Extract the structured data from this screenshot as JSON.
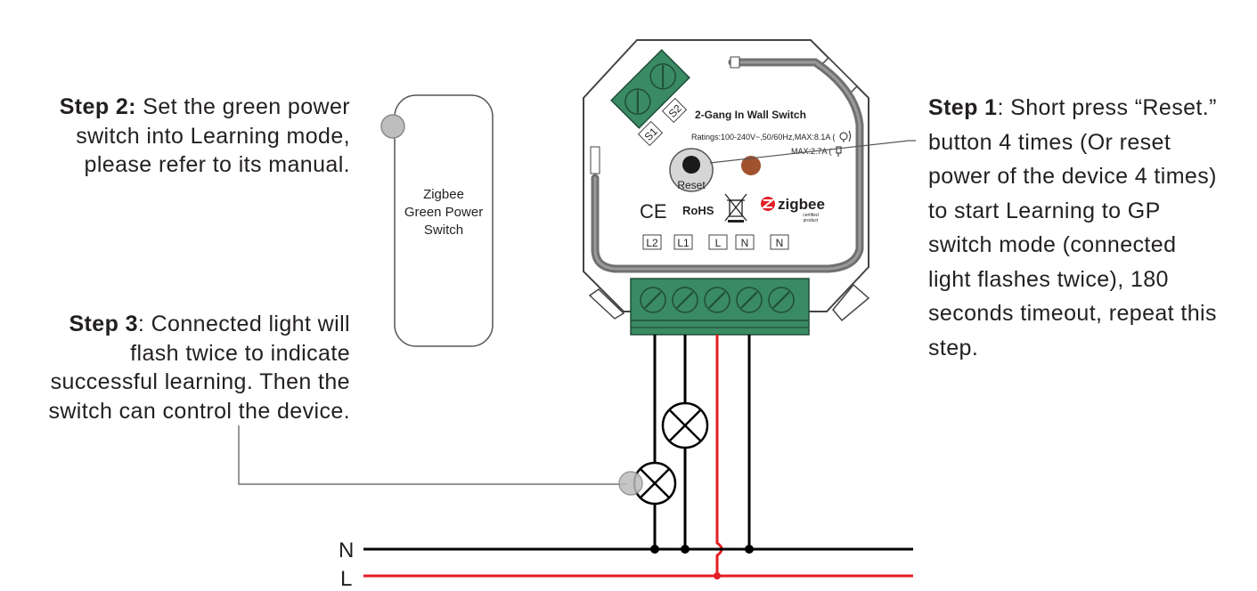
{
  "step2": {
    "label": "Step 2:",
    "lines": [
      "Set the green power",
      "switch into Learning mode,",
      "please refer to its manual."
    ]
  },
  "step3": {
    "label": "Step 3",
    "lines": [
      ": Connected light will",
      "flash twice to indicate",
      "successful learning. Then the",
      "switch can control the device."
    ]
  },
  "step1": {
    "label": "Step 1",
    "lines": [
      ": Short press “Reset.”",
      "button 4 times (Or reset",
      "power of the device 4 times)",
      "to start Learning to GP",
      "switch mode (connected",
      "light flashes twice), 180",
      "seconds timeout, repeat this",
      "step."
    ]
  },
  "remote": {
    "lines": [
      "Zigbee",
      "Green Power",
      "Switch"
    ]
  },
  "device": {
    "title": "2-Gang In Wall Switch",
    "ratings": "Ratings:100-240V~,50/60Hz,MAX:8.1A (",
    "ratings2": "MAX:2.7A (",
    "reset": "Reset",
    "ce": "CE",
    "rohs": "RoHS",
    "zigbee": "zigbee",
    "certified": "certified",
    "product": "product",
    "s1": "S1",
    "s2": "S2",
    "terminals": [
      "L2",
      "L1",
      "L",
      "N",
      "N"
    ]
  },
  "rails": {
    "n": "N",
    "l": "L"
  },
  "colors": {
    "live": "#e31e24",
    "neutral": "#000000",
    "terminal": "#3a8a64",
    "casing": "#808080",
    "led": "#a0522d"
  }
}
